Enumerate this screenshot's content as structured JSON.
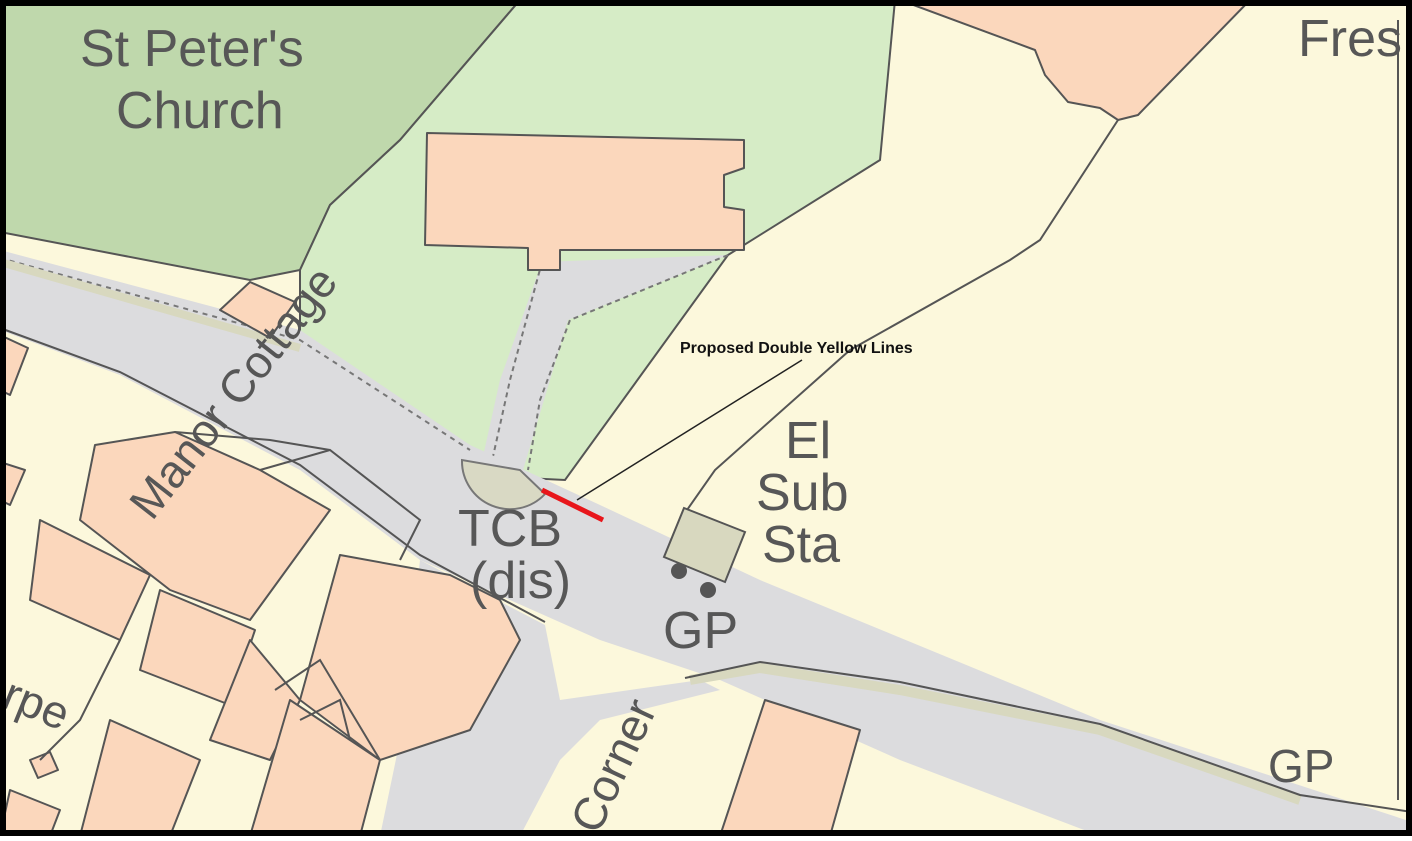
{
  "map": {
    "labels": {
      "church": [
        "St Peter's",
        "Church"
      ],
      "manor_cottage": "Manor Cottage",
      "fresh_partial": "Fres",
      "tcb": [
        "TCB",
        "(dis)"
      ],
      "el_sub_sta": [
        "El",
        "Sub",
        "Sta"
      ],
      "gp_centre": "GP",
      "gp_right": "GP",
      "thorpe_partial": "rpe",
      "corner_partial": "Corner"
    },
    "annotation": {
      "text": "Proposed Double Yellow Lines",
      "marker_color": "#e8161b"
    },
    "colors": {
      "land": "#fcf8dc",
      "grass": "#d6ecc6",
      "church_yard": "#bfd8ac",
      "road": "#dcdcde",
      "building": "#fbd7bc",
      "verge": "#d8d8bf",
      "outline": "#555555",
      "label": "#575757"
    }
  }
}
